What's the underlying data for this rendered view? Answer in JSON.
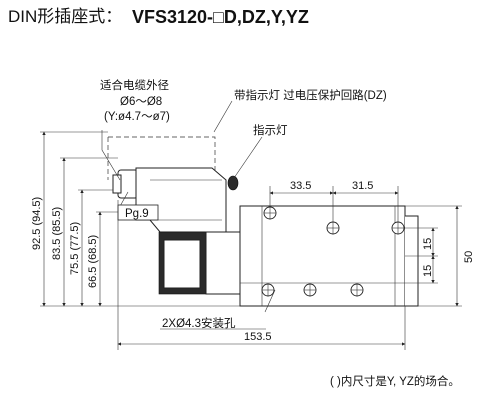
{
  "title": {
    "prefix": "DIN形插座式：",
    "model": "VFS3120-□D,DZ,Y,YZ"
  },
  "labels": {
    "cable_connector": "适合电缆外径",
    "cable_dia_std": "Ø6～Ø8",
    "cable_dia_y": "(Y:ø4.7～ø7)",
    "led_surge": "带指示灯 过电压保护回路(DZ)",
    "indicator_light": "指示灯",
    "pg": "Pg.9",
    "mounting_holes": "2XØ4.3安装孔"
  },
  "dimensions": {
    "top_left": "33.5",
    "top_right": "31.5",
    "overall_length": "153.5",
    "h1": "92.5 (94.5)",
    "h2": "83.5 (85.5)",
    "h3": "75.5 (77.5)",
    "h4": "66.5 (68.5)",
    "right_15_upper": "15",
    "right_15_lower": "15",
    "right_50": "50"
  },
  "footnote": "(   )内尺寸是Y, YZ的场合。"
}
